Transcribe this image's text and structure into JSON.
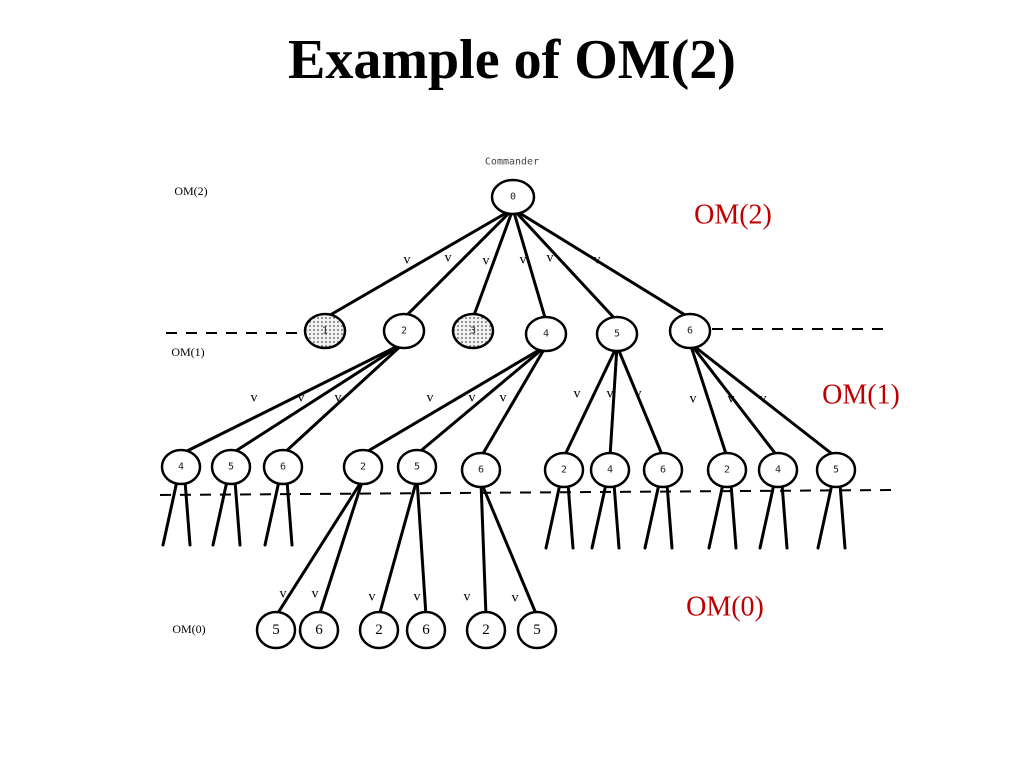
{
  "title": "Example of OM(2)",
  "diagram": {
    "commander_caption": "Commander",
    "small_level_labels": [
      "OM(2)",
      "OM(1)",
      "OM(0)"
    ],
    "red_level_labels": [
      "OM(2)",
      "OM(1)",
      "OM(0)"
    ],
    "edge_label": "v",
    "root": {
      "label": "0"
    },
    "level1": [
      {
        "label": "1",
        "traitor": true
      },
      {
        "label": "2",
        "traitor": false
      },
      {
        "label": "3",
        "traitor": true
      },
      {
        "label": "4",
        "traitor": false
      },
      {
        "label": "5",
        "traitor": false
      },
      {
        "label": "6",
        "traitor": false
      }
    ],
    "level2": [
      "4",
      "5",
      "6",
      "2",
      "5",
      "6",
      "2",
      "4",
      "6",
      "2",
      "4",
      "5"
    ],
    "level3": [
      "5",
      "6",
      "2",
      "6",
      "2",
      "5"
    ]
  }
}
